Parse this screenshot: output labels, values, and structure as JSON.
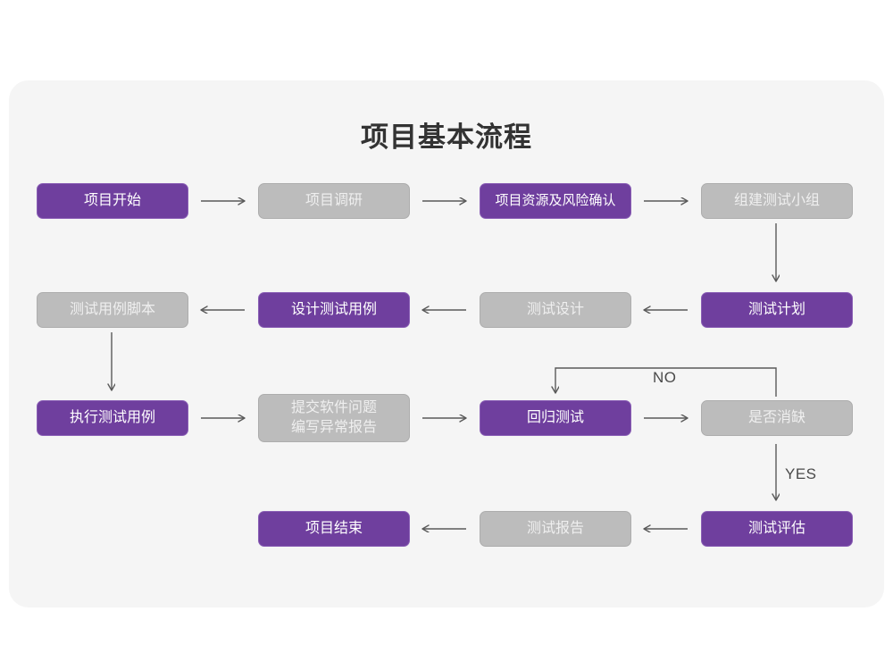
{
  "page": {
    "title": "项目基本流程",
    "background": "#ffffff",
    "card_background": "#f5f5f5"
  },
  "colors": {
    "purple_fill": "#6f3f9e",
    "purple_border": "#8a5fb5",
    "purple_text": "#ffffff",
    "gray_fill": "#bcbcbc",
    "gray_border": "#adadad",
    "gray_text": "#efefef",
    "connector": "#5a5a5a",
    "title_text": "#333333"
  },
  "chart_data": {
    "type": "diagram",
    "title": "项目基本流程",
    "nodes": [
      {
        "id": "n1",
        "label": "项目开始",
        "style": "purple",
        "row": 1,
        "col": 1
      },
      {
        "id": "n2",
        "label": "项目调研",
        "style": "gray",
        "row": 1,
        "col": 2
      },
      {
        "id": "n3",
        "label": "项目资源及风险确认",
        "style": "purple",
        "row": 1,
        "col": 3
      },
      {
        "id": "n4",
        "label": "组建测试小组",
        "style": "gray",
        "row": 1,
        "col": 4
      },
      {
        "id": "n5",
        "label": "测试用例脚本",
        "style": "gray",
        "row": 2,
        "col": 1
      },
      {
        "id": "n6",
        "label": "设计测试用例",
        "style": "purple",
        "row": 2,
        "col": 2
      },
      {
        "id": "n7",
        "label": "测试设计",
        "style": "gray",
        "row": 2,
        "col": 3
      },
      {
        "id": "n8",
        "label": "测试计划",
        "style": "purple",
        "row": 2,
        "col": 4
      },
      {
        "id": "n9",
        "label": "执行测试用例",
        "style": "purple",
        "row": 3,
        "col": 1
      },
      {
        "id": "n10",
        "label": "提交软件问题\n编写异常报告",
        "style": "gray",
        "row": 3,
        "col": 2
      },
      {
        "id": "n11",
        "label": "回归测试",
        "style": "purple",
        "row": 3,
        "col": 3
      },
      {
        "id": "n12",
        "label": "是否消缺",
        "style": "gray",
        "row": 3,
        "col": 4
      },
      {
        "id": "n13",
        "label": "项目结束",
        "style": "purple",
        "row": 4,
        "col": 2
      },
      {
        "id": "n14",
        "label": "测试报告",
        "style": "gray",
        "row": 4,
        "col": 3
      },
      {
        "id": "n15",
        "label": "测试评估",
        "style": "purple",
        "row": 4,
        "col": 4
      }
    ],
    "edges": [
      {
        "from": "n1",
        "to": "n2",
        "dir": "right",
        "label": ""
      },
      {
        "from": "n2",
        "to": "n3",
        "dir": "right",
        "label": ""
      },
      {
        "from": "n3",
        "to": "n4",
        "dir": "right",
        "label": ""
      },
      {
        "from": "n4",
        "to": "n8",
        "dir": "down",
        "label": ""
      },
      {
        "from": "n8",
        "to": "n7",
        "dir": "left",
        "label": ""
      },
      {
        "from": "n7",
        "to": "n6",
        "dir": "left",
        "label": ""
      },
      {
        "from": "n6",
        "to": "n5",
        "dir": "left",
        "label": ""
      },
      {
        "from": "n5",
        "to": "n9",
        "dir": "down",
        "label": ""
      },
      {
        "from": "n9",
        "to": "n10",
        "dir": "right",
        "label": ""
      },
      {
        "from": "n10",
        "to": "n11",
        "dir": "right",
        "label": ""
      },
      {
        "from": "n11",
        "to": "n12",
        "dir": "right",
        "label": ""
      },
      {
        "from": "n12",
        "to": "n11",
        "dir": "loop-up-left",
        "label": "NO"
      },
      {
        "from": "n12",
        "to": "n15",
        "dir": "down",
        "label": "YES"
      },
      {
        "from": "n15",
        "to": "n14",
        "dir": "left",
        "label": ""
      },
      {
        "from": "n14",
        "to": "n13",
        "dir": "left",
        "label": ""
      }
    ],
    "branch_labels": [
      "NO",
      "YES"
    ]
  }
}
